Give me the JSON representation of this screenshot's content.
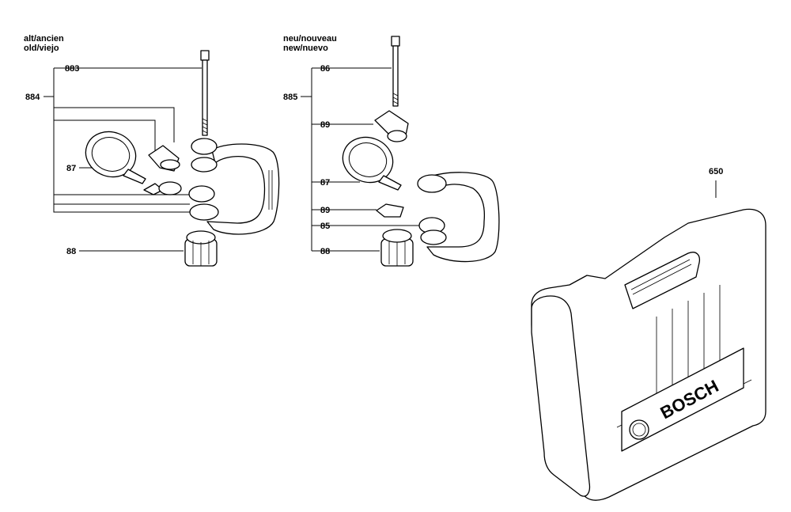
{
  "headers": {
    "left_line1": "alt/ancien",
    "left_line2": "old/viejo",
    "right_line1": "neu/nouveau",
    "right_line2": "new/nuevo"
  },
  "labels": {
    "l883": "883",
    "l884": "884",
    "l87a": "87",
    "l88a": "88",
    "l86": "86",
    "l885": "885",
    "l89a": "89",
    "l87b": "87",
    "l89b": "89",
    "l85": "85",
    "l88b": "88",
    "l650": "650"
  },
  "case_brand": "BOSCH"
}
